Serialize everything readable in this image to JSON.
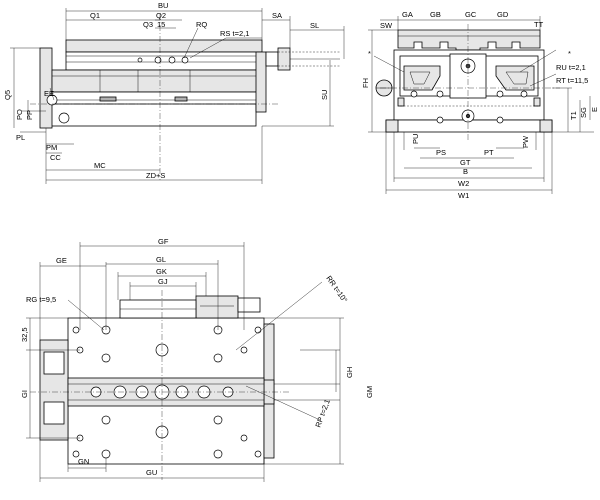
{
  "labels": {
    "bu": "BU",
    "q1": "Q1",
    "q2": "Q2",
    "q3": "Q3",
    "d15": "15",
    "rq": "RQ",
    "rs": "RS t=2,1",
    "sa": "SA",
    "sl": "SL",
    "q5": "Q5",
    "ee": "EE",
    "po": "PO",
    "pp": "PP",
    "pl": "PL",
    "pm": "PM",
    "cc": "CC",
    "mc": "MC",
    "zds": "ZD+S",
    "su": "SU",
    "sw": "SW",
    "ga": "GA",
    "gb": "GB",
    "gc": "GC",
    "gd": "GD",
    "tt": "TT",
    "fh": "FH",
    "ru": "RU t=2,1",
    "rt": "RT t=11,5",
    "t1": "T1",
    "sg": "SG",
    "e": "E",
    "pu": "PU",
    "ps": "PS",
    "pt": "PT",
    "pw": "PW",
    "gt": "GT",
    "b": "B",
    "w2": "W2",
    "w1": "W1",
    "star1": "*",
    "star2": "*",
    "gf": "GF",
    "ge": "GE",
    "gl": "GL",
    "gk": "GK",
    "gj": "GJ",
    "rg": "RG t=9,5",
    "rr": "RR t=10°",
    "d325": "32,5",
    "gh": "GH",
    "gi": "GI",
    "gm": "GM",
    "rp": "RP t=2,1",
    "gn": "GN",
    "gu": "GU"
  }
}
